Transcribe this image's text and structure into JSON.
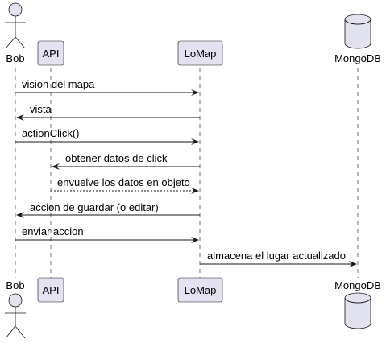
{
  "participants": [
    {
      "id": "bob",
      "name": "Bob",
      "kind": "actor"
    },
    {
      "id": "api",
      "name": "API",
      "kind": "participant"
    },
    {
      "id": "lomap",
      "name": "LoMap",
      "kind": "participant"
    },
    {
      "id": "mongodb",
      "name": "MongoDB",
      "kind": "database"
    }
  ],
  "messages": [
    {
      "from": "bob",
      "to": "lomap",
      "label": "vision del mapa",
      "style": "solid"
    },
    {
      "from": "lomap",
      "to": "bob",
      "label": "vista",
      "style": "solid"
    },
    {
      "from": "bob",
      "to": "lomap",
      "label": "actionClick()",
      "style": "solid"
    },
    {
      "from": "lomap",
      "to": "api",
      "label": "obtener datos de click",
      "style": "solid"
    },
    {
      "from": "api",
      "to": "lomap",
      "label": "envuelve los datos en objeto",
      "style": "dashed"
    },
    {
      "from": "lomap",
      "to": "bob",
      "label": "accion de guardar (o editar)",
      "style": "solid"
    },
    {
      "from": "bob",
      "to": "lomap",
      "label": "enviar accion",
      "style": "solid"
    },
    {
      "from": "lomap",
      "to": "mongodb",
      "label": "almacena el lugar actualizado",
      "style": "solid"
    }
  ],
  "colors": {
    "box_fill": "#e2e2f0",
    "box_stroke": "#181818",
    "lifeline": "#181818",
    "arrow": "#181818"
  }
}
